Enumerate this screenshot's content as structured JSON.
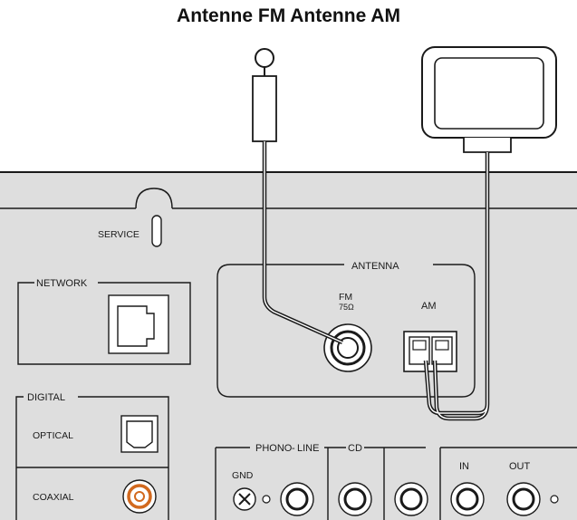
{
  "title": "Antenne FM Antenne AM",
  "panel": {
    "service_label": "SERVICE",
    "network_label": "NETWORK",
    "antenna_label": "ANTENNA",
    "fm_label": "FM",
    "fm_impedance": "75Ω",
    "am_label": "AM",
    "digital_label": "DIGITAL",
    "optical_label": "OPTICAL",
    "coaxial_label": "COAXIAL",
    "phono_label": "PHONO",
    "line_label": "LINE",
    "cd_label": "CD",
    "gnd_label": "GND",
    "in_label": "IN",
    "out_label": "OUT"
  },
  "colors": {
    "panel": "#dedede",
    "outline": "#1a1a1a",
    "coaxial_accent": "#d2691e"
  }
}
